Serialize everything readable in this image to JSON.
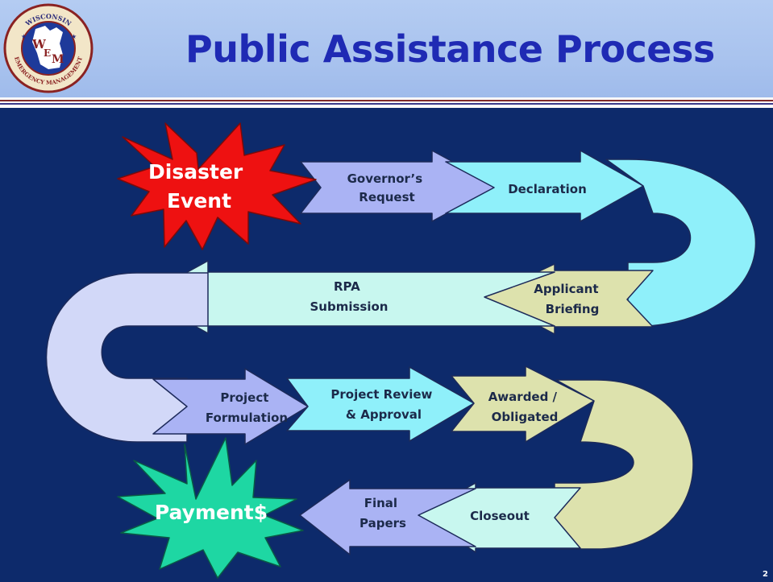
{
  "header": {
    "title": "Public Assistance Process",
    "logo": {
      "top_text": "WISCONSIN",
      "bottom_text": "EMERGENCY MANAGEMENT",
      "monogram_w": "W",
      "monogram_e": "E",
      "monogram_m": "M"
    }
  },
  "process": {
    "disaster": [
      "Disaster",
      "Event"
    ],
    "governors_request": [
      "Governor’s",
      "Request"
    ],
    "declaration": [
      "Declaration"
    ],
    "applicant_briefing": [
      "Applicant",
      "Briefing"
    ],
    "rpa_submission": [
      "RPA",
      "Submission"
    ],
    "project_formulation": [
      "Project",
      "Formulation"
    ],
    "project_review": [
      "Project Review",
      "& Approval"
    ],
    "awarded": [
      "Awarded /",
      "Obligated"
    ],
    "closeout": [
      "Closeout"
    ],
    "final_papers": [
      "Final",
      "Papers"
    ],
    "payment": [
      "Payment$"
    ]
  },
  "colors": {
    "background": "#0d2a6b",
    "title": "#1f2ab4",
    "header": "#a9c3ee",
    "cyan": "#8ff0fa",
    "light_cyan": "#c8f7ef",
    "periwinkle": "#aab3f4",
    "lavender": "#d2d8f8",
    "olive": "#dde2ad",
    "burst_red": "#ee1111",
    "burst_green": "#1ed7a3"
  },
  "footer": {
    "slide_number": "2"
  }
}
